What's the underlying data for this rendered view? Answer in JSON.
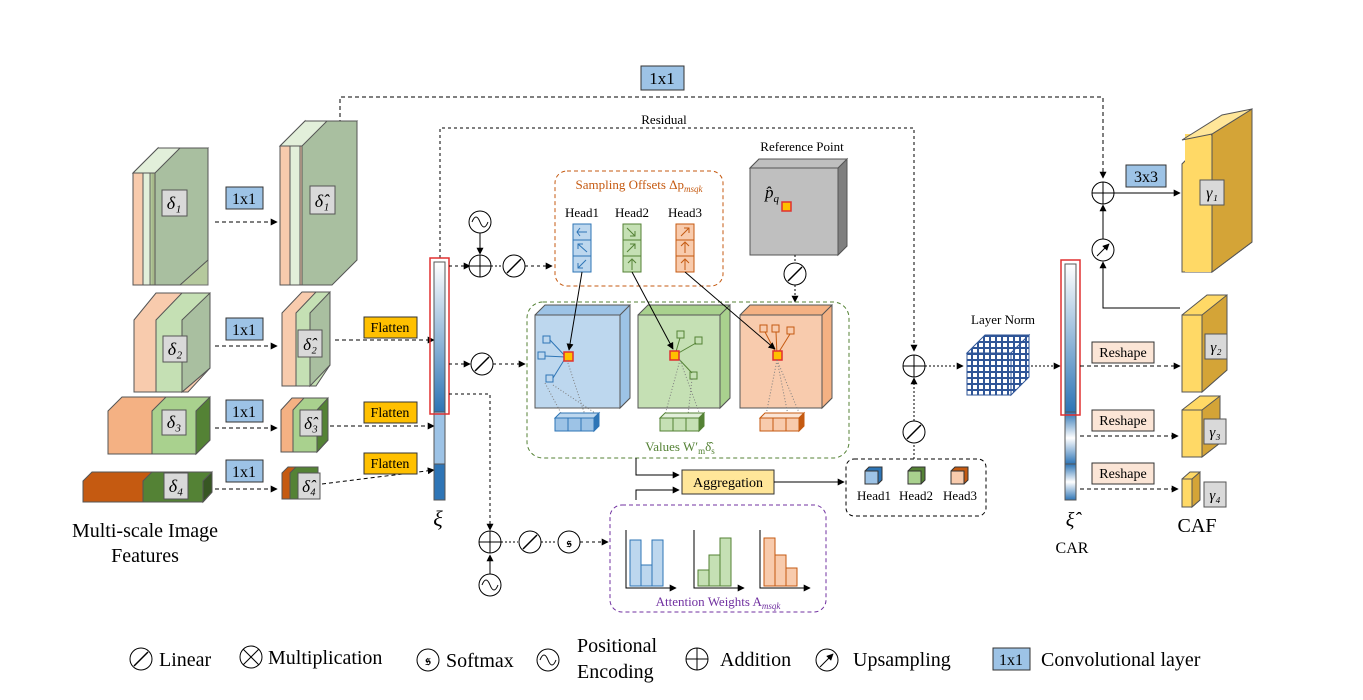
{
  "diagram": {
    "top_conv_label": "1x1",
    "residual_label": "Residual",
    "input_caption_line1": "Multi-scale Image",
    "input_caption_line2": "Features",
    "delta_labels": [
      "δ₁",
      "δ₂",
      "δ₃",
      "δ₄"
    ],
    "delta_hat_labels": [
      "δ̂₁",
      "δ̂₂",
      "δ̂₃",
      "δ̂₄"
    ],
    "conv_labels": [
      "1x1",
      "1x1",
      "1x1",
      "1x1"
    ],
    "flatten_labels": [
      "Flatten",
      "Flatten",
      "Flatten"
    ],
    "xi_label": "ξ",
    "sampling_offsets_label": "Sampling Offsets Δp",
    "sampling_offsets_sub": "msqk",
    "offset_heads": [
      "Head1",
      "Head2",
      "Head3"
    ],
    "reference_point_label": "Reference Point",
    "reference_point_symbol": "p̂",
    "reference_point_sub": "q",
    "values_label": "Values W′",
    "values_sub1": "m",
    "values_tail": "δ̂",
    "values_sub2": "s",
    "aggregation_label": "Aggregation",
    "agg_heads": [
      "Head1",
      "Head2",
      "Head3"
    ],
    "attention_weights_label": "Attention Weights A",
    "attention_weights_sub": "msqk",
    "layer_norm_label": "Layer Norm",
    "xi_hat_label": "ξ̂",
    "car_label": "CAR",
    "conv3_label": "3x3",
    "reshape_labels": [
      "Reshape",
      "Reshape",
      "Reshape"
    ],
    "gamma_labels": [
      "γ₁",
      "γ₂",
      "γ₃",
      "γ₄"
    ],
    "caf_label": "CAF",
    "colors": {
      "blue_fill": "#bdd7ee",
      "green_fill": "#c5e0b4",
      "orange_fill": "#f8cbad",
      "pink": "#f4cccc",
      "gold": "#d4a437",
      "yellow": "#ffd966",
      "conv_blue": "#9dc3e6",
      "flatten_orange": "#ffc000"
    }
  },
  "legend": {
    "items": [
      {
        "icon": "linear-icon",
        "label": "Linear"
      },
      {
        "icon": "multiplication-icon",
        "label": "Multiplication"
      },
      {
        "icon": "softmax-icon",
        "label": "Softmax"
      },
      {
        "icon": "positional-encoding-icon",
        "label_line1": "Positional",
        "label_line2": "Encoding"
      },
      {
        "icon": "addition-icon",
        "label": "Addition"
      },
      {
        "icon": "upsampling-icon",
        "label": "Upsampling"
      },
      {
        "icon": "conv-icon",
        "box": "1x1",
        "label": "Convolutional layer"
      }
    ]
  }
}
